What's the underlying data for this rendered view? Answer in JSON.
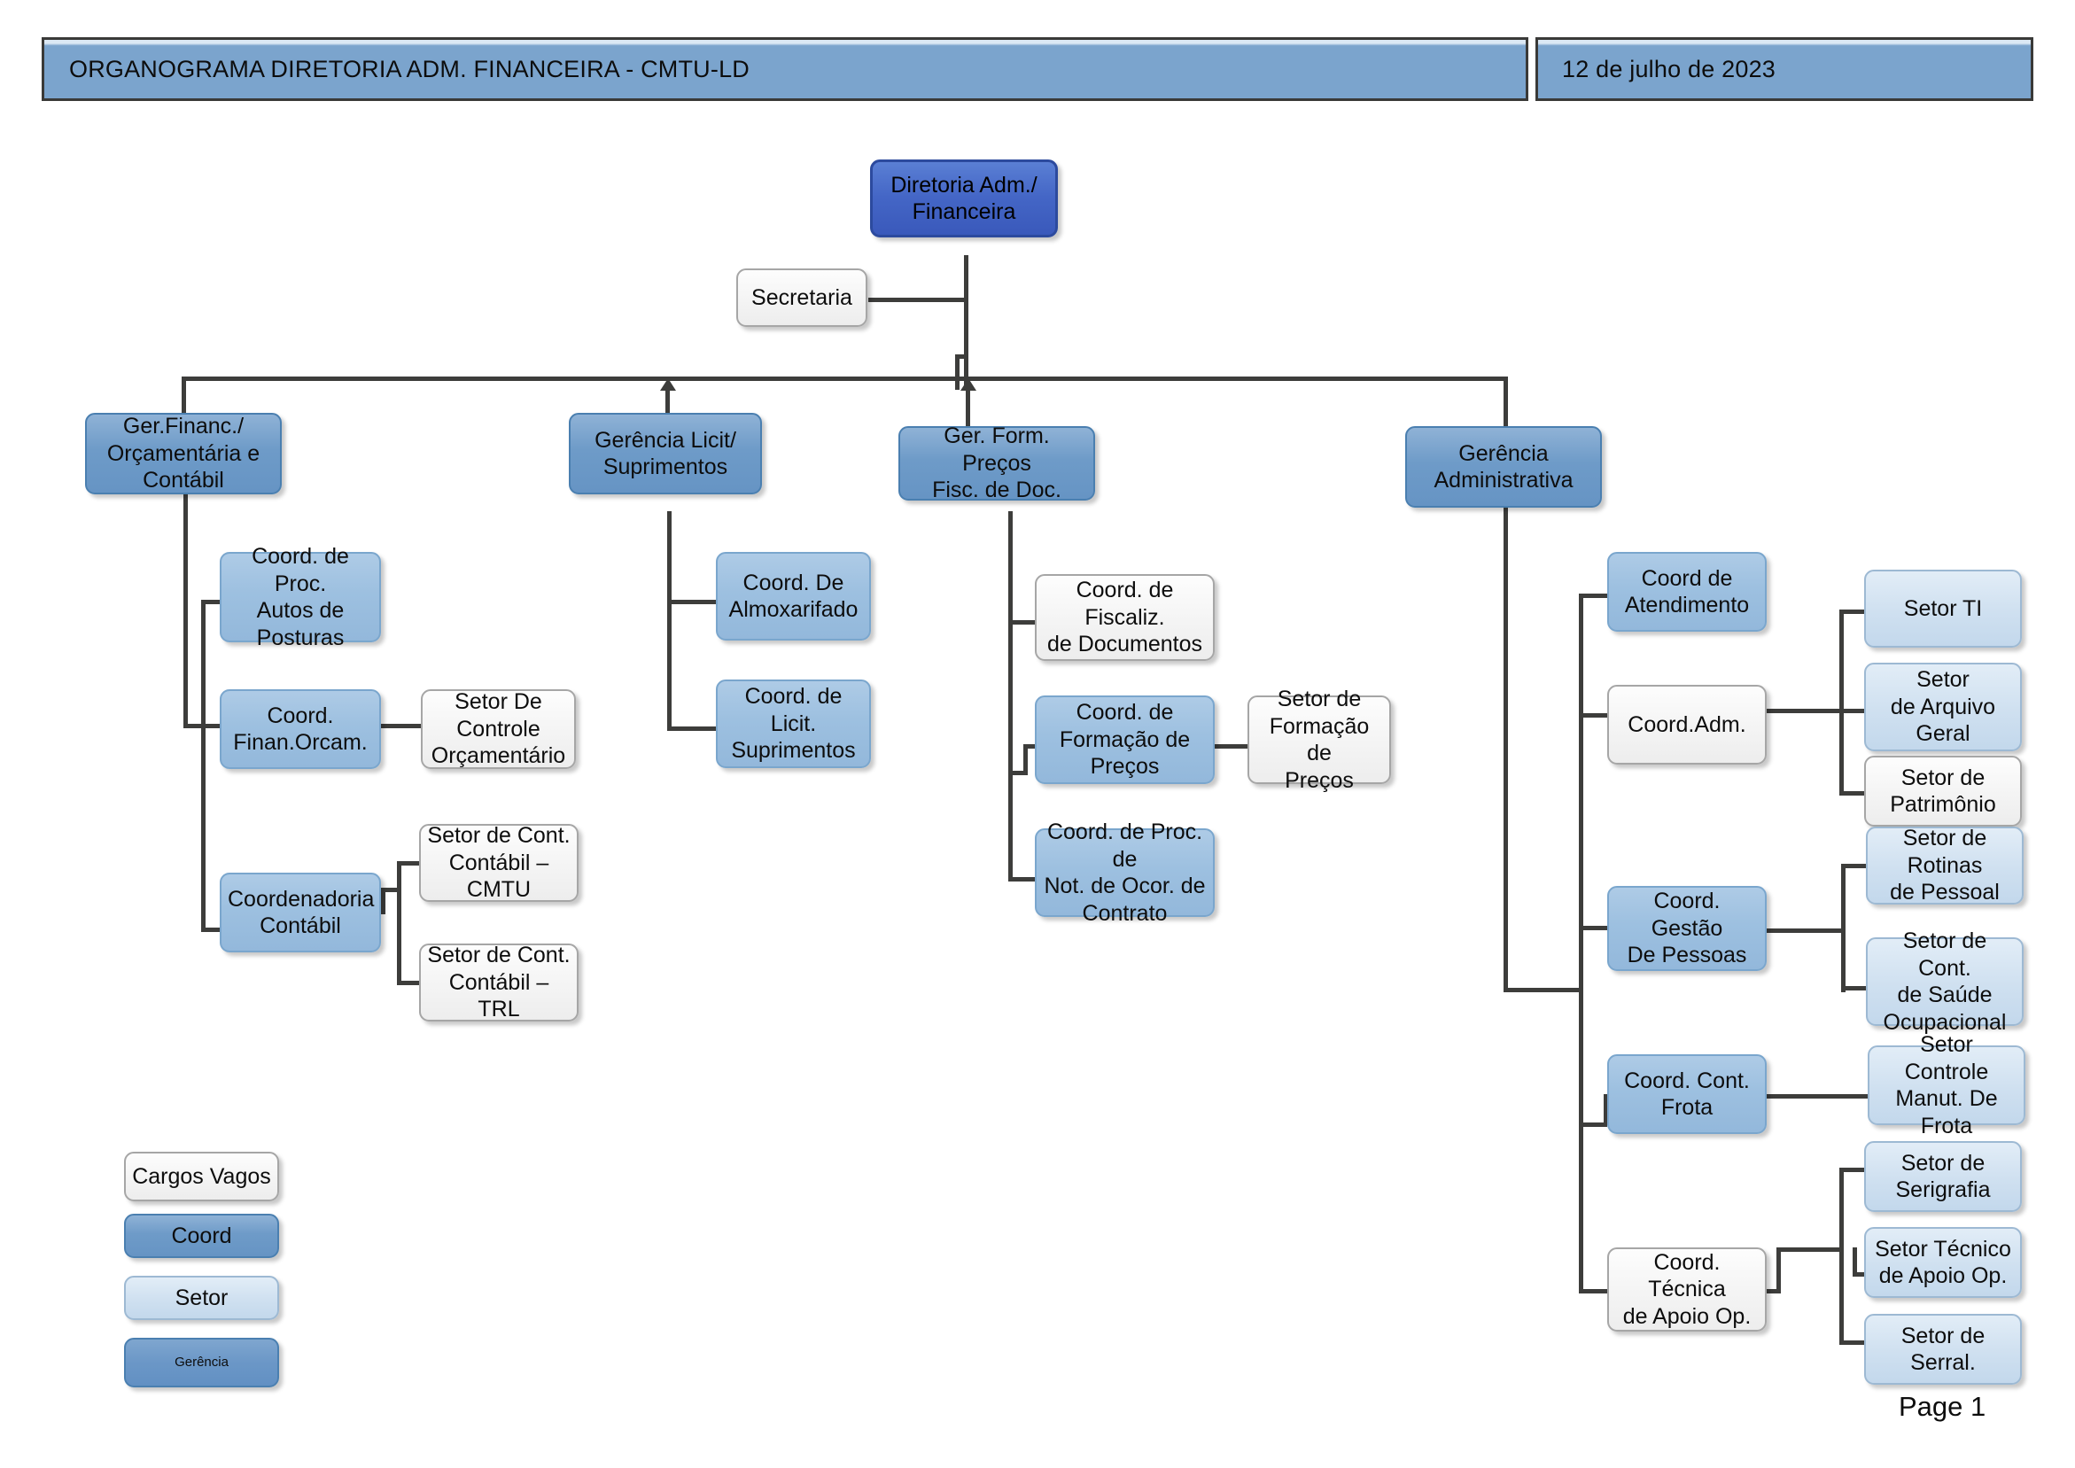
{
  "header": {
    "title": "ORGANOGRAMA DIRETORIA ADM. FINANCEIRA -  CMTU-LD",
    "date": "12 de julho de 2023"
  },
  "footer": {
    "page": "Page 1"
  },
  "colors": {
    "diretoria": "#4466c6",
    "gerencia": "#6e9bc8",
    "coord": "#9dc0e0",
    "setor": "#cfe0f0",
    "vago": "#f4f4f4",
    "line": "#3d3d3b",
    "header_band": "#7ba4cd"
  },
  "nodes": {
    "diretoria": "Diretoria Adm./\nFinanceira",
    "secretaria": "Secretaria",
    "ger_financ": "Ger.Financ./\nOrçamentária e\nContábil",
    "ger_licit": "Gerência Licit/\nSuprimentos",
    "ger_precos": "Ger. Form. Preços\nFisc.  de Doc.",
    "ger_adm": "Gerência\nAdministrativa",
    "coord_posturas": "Coord. de Proc.\nAutos de\nPosturas",
    "coord_finan_orcam": "Coord.\nFinan.Orcam.",
    "setor_controle_orcam": "Setor  De\nControle\nOrçamentário",
    "coordenadoria_contabil": "Coordenadoria\nContábil",
    "setor_cont_cmtu": "Setor de Cont.\nContábil –\nCMTU",
    "setor_cont_trl": "Setor de Cont.\nContábil – TRL",
    "coord_almoxarifado": "Coord.  De\nAlmoxarifado",
    "coord_licit_supr": "Coord. de Licit.\nSuprimentos",
    "coord_fiscaliz_doc": "Coord. de Fiscaliz.\nde Documentos",
    "coord_formacao_precos": "Coord. de\nFormação de\nPreços",
    "setor_formacao_precos": "Setor de\nFormação de\nPreços",
    "coord_proc_not_ocor": "Coord. de Proc. de\nNot.  de Ocor.  de\nContrato",
    "coord_atendimento": "Coord de\nAtendimento",
    "coord_adm": "Coord.Adm.",
    "setor_ti": "Setor TI",
    "setor_arquivo_geral": "Setor\nde Arquivo\nGeral",
    "setor_patrimonio": "Setor de\nPatrimônio",
    "coord_gestao_pessoas": "Coord. Gestão\nDe Pessoas",
    "setor_rotinas_pessoal": "Setor de Rotinas\nde Pessoal",
    "setor_saude_ocupacional": "Setor de Cont.\nde Saúde\nOcupacional",
    "coord_cont_frota": "Coord. Cont.\nFrota",
    "setor_manut_frota": "Setor Controle\nManut. De Frota",
    "coord_tecnica_apoio": "Coord. Técnica\nde Apoio Op.",
    "setor_serigrafia": "Setor de\nSerigrafia",
    "setor_tecnico_apoio": "Setor Técnico\nde Apoio Op.",
    "setor_serral": "Setor de\nSerral."
  },
  "legend": {
    "cargos_vagos": "Cargos Vagos",
    "coord": "Coord",
    "setor": "Setor",
    "gerencia": "Gerência"
  }
}
